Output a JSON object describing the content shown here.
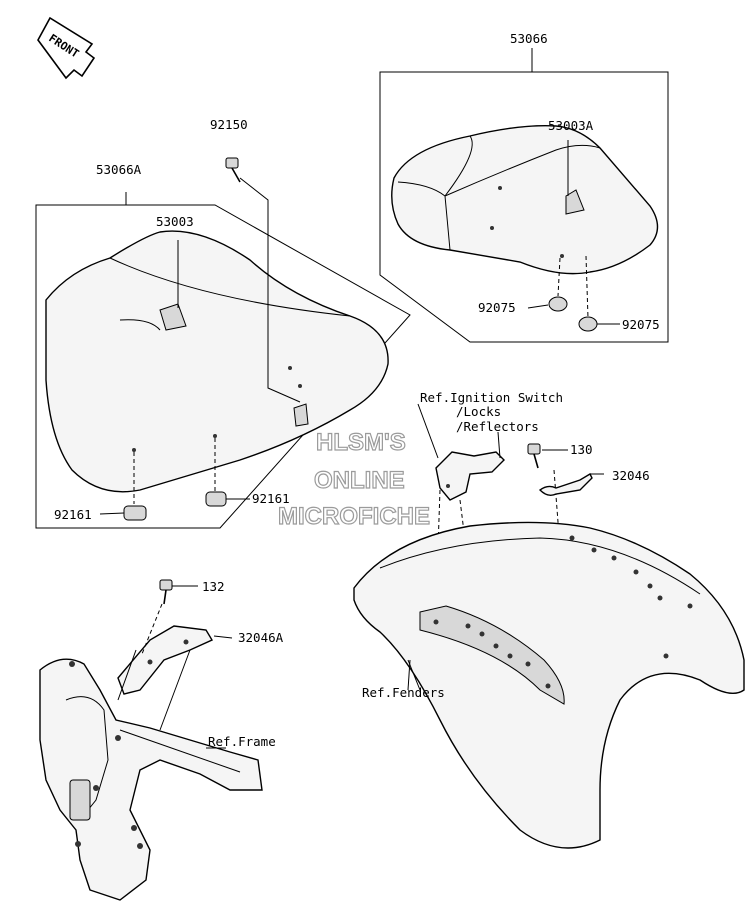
{
  "front_arrow": {
    "text": "FRONT"
  },
  "watermark": {
    "line1": "HLSM'S",
    "line2": "ONLINE",
    "line3": "MICROFICHE"
  },
  "labels": {
    "p53066": "53066",
    "p53003A": "53003A",
    "p92150": "92150",
    "p53066A": "53066A",
    "p53003": "53003",
    "p92075_left": "92075",
    "p92075_right": "92075",
    "p92161_right": "92161",
    "p92161_left": "92161",
    "ref_ignition_1": "Ref.Ignition Switch",
    "ref_ignition_2": "/Locks",
    "ref_ignition_3": "/Reflectors",
    "p130": "130",
    "p32046": "32046",
    "p132": "132",
    "p32046A": "32046A",
    "ref_fenders": "Ref.Fenders",
    "ref_frame": "Ref.Frame"
  }
}
